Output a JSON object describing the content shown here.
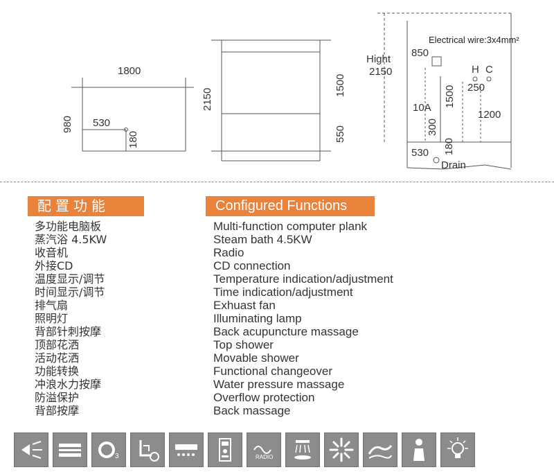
{
  "diagram": {
    "plan": {
      "width": "1800",
      "depth": "980",
      "seat_width": "530",
      "seat_depth": "180"
    },
    "front": {
      "height": "2150",
      "upper": "1500",
      "lower": "550"
    },
    "side": {
      "electrical": "Electrical wire:3x4mm²",
      "height_label": "Hight",
      "height_value": "2150",
      "box_850": "850",
      "hot": "H",
      "cold": "C",
      "hc_spacing": "250",
      "pipe_1500": "1500",
      "breaker": "10A",
      "height_1200": "1200",
      "height_300": "300",
      "drain_530": "530",
      "drain_180": "180",
      "drain": "Drain"
    }
  },
  "functions": {
    "cn_title": "配置功能",
    "en_title": "Configured Functions",
    "cn_items": [
      "多功能电脑板",
      "蒸汽浴 4.5KW",
      "收音机",
      "外接CD",
      "温度显示/调节",
      "时间显示/调节",
      "排气扇",
      "照明灯",
      "背部针刺按摩",
      "顶部花洒",
      "活动花洒",
      "功能转换",
      "冲浪水力按摩",
      "防溢保护",
      "背部按摩"
    ],
    "en_items": [
      "Multi-function computer plank",
      "Steam bath 4.5KW",
      "Radio",
      "CD connection",
      "Temperature indication/adjustment",
      "Time indication/adjustment",
      "Exhuast fan",
      "Illuminating lamp",
      "Back acupuncture massage",
      "Top shower",
      "Movable shower",
      "Functional changeover",
      "Water pressure massage",
      "Overflow protection",
      "Back massage"
    ]
  },
  "icons": {
    "items": [
      "fan-icon",
      "computer-panel-icon",
      "ozone-icon",
      "seat-massage-icon",
      "jets-panel-icon",
      "control-panel-icon",
      "radio-icon",
      "top-shower-icon",
      "sun-icon",
      "wave-icon",
      "person-icon",
      "lamp-icon"
    ],
    "ozone_label": "O",
    "ozone_sub": "3",
    "radio_label": "RADIO"
  }
}
